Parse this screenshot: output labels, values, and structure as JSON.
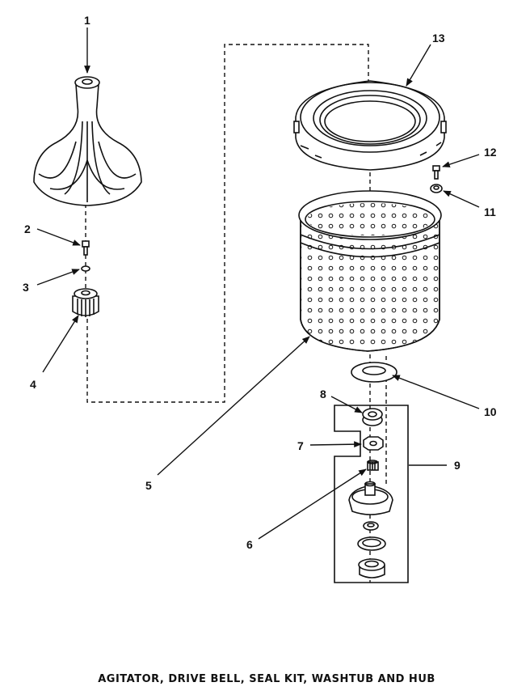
{
  "caption": "AGITATOR, DRIVE BELL, SEAL KIT, WASHTUB AND HUB",
  "callouts": [
    "1",
    "2",
    "3",
    "4",
    "5",
    "6",
    "7",
    "8",
    "9",
    "10",
    "11",
    "12",
    "13"
  ],
  "parts": [
    {
      "id": "agitator",
      "callout": "1"
    },
    {
      "id": "agitator-bolt",
      "callout": "2"
    },
    {
      "id": "agitator-washer",
      "callout": "3"
    },
    {
      "id": "drive-bell",
      "callout": "4"
    },
    {
      "id": "washtub",
      "callout": "5"
    },
    {
      "id": "hub-nut",
      "callout": "6"
    },
    {
      "id": "hex-nut",
      "callout": "7"
    },
    {
      "id": "seal",
      "callout": "8"
    },
    {
      "id": "seal-kit-bracket",
      "callout": "9"
    },
    {
      "id": "gasket",
      "callout": "10"
    },
    {
      "id": "tub-nut",
      "callout": "11"
    },
    {
      "id": "tub-screw",
      "callout": "12"
    },
    {
      "id": "balance-ring",
      "callout": "13"
    }
  ]
}
